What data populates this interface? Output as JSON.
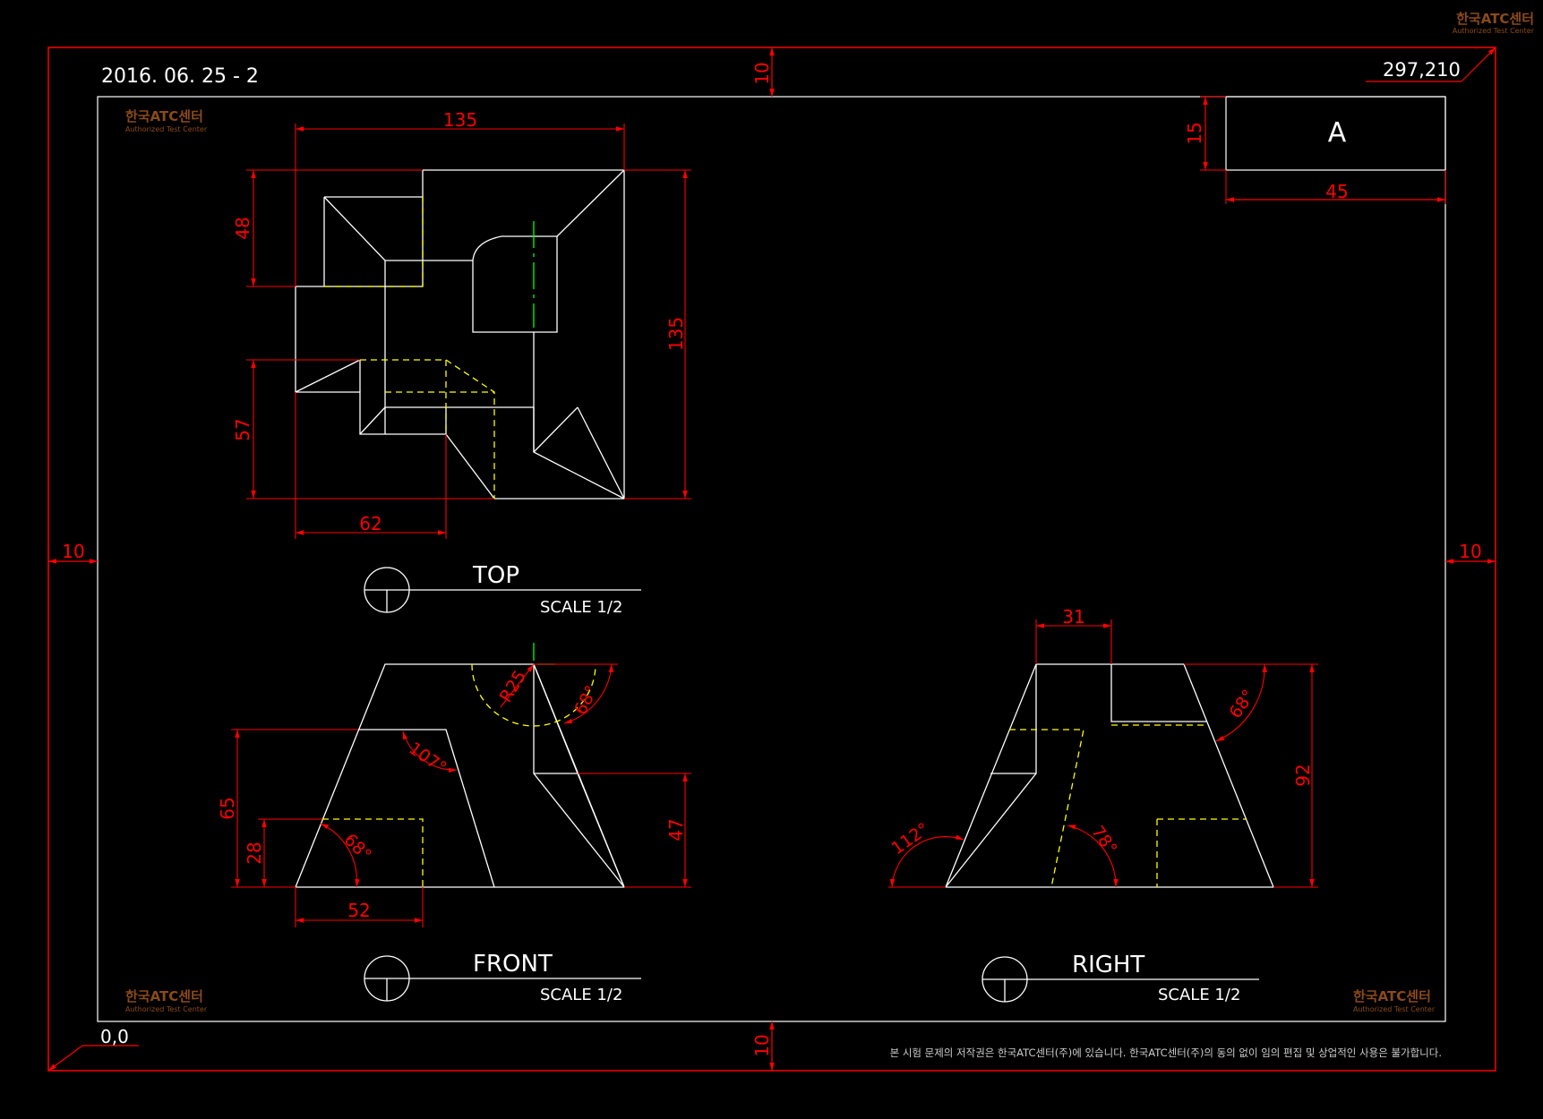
{
  "header": {
    "date_code": "2016. 06. 25 - 2",
    "sheet_size": "297,210",
    "origin": "0,0",
    "part_label": "A"
  },
  "watermark": {
    "name": "한국ATC센터",
    "subtitle": "Authorized Test Center"
  },
  "margins": {
    "top": "10",
    "bottom": "10",
    "left": "10",
    "right": "10"
  },
  "titleblock_dims": {
    "height": "15",
    "width": "45"
  },
  "views": {
    "top": {
      "title": "TOP",
      "scale": "SCALE 1/2",
      "dims": {
        "width_top": "135",
        "height_right": "135",
        "upper_left": "48",
        "lower_left": "57",
        "bottom": "62"
      }
    },
    "front": {
      "title": "FRONT",
      "scale": "SCALE 1/2",
      "dims": {
        "radius": "R25",
        "angle_top": "68°",
        "angle_inner": "107°",
        "angle_bottom": "68°",
        "height_total": "65",
        "height_low": "28",
        "height_right": "47",
        "bottom": "52"
      }
    },
    "right": {
      "title": "RIGHT",
      "scale": "SCALE 1/2",
      "dims": {
        "top": "31",
        "angle_top": "68°",
        "angle_left": "112°",
        "angle_mid": "78°",
        "height": "92"
      }
    }
  },
  "footer": {
    "copyright": "본 시험 문제의 저작권은 한국ATC센터(주)에 있습니다. 한국ATC센터(주)의 동의 없이 임의 편집 및 상업적인 사용은 불가합니다."
  },
  "colors": {
    "background": "#000000",
    "object_line": "#ffffff",
    "dimension": "#ff0000",
    "hidden_line": "#ffff00",
    "center_line": "#00ff00",
    "watermark": "#8b4a1a"
  }
}
